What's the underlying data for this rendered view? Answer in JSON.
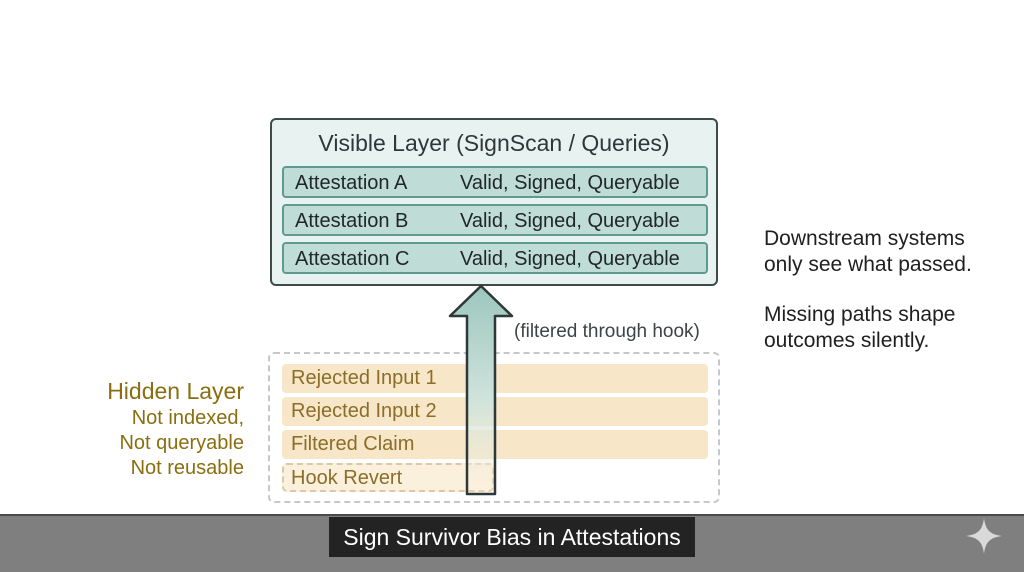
{
  "visible_layer": {
    "title": "Visible Layer (SignScan / Queries)",
    "attestations": [
      {
        "name": "Attestation A",
        "status": "Valid, Signed, Queryable"
      },
      {
        "name": "Attestation B",
        "status": "Valid, Signed, Queryable"
      },
      {
        "name": "Attestation C",
        "status": "Valid, Signed, Queryable"
      }
    ]
  },
  "arrow_label": "(filtered through hook)",
  "hidden_layer": {
    "title": "Hidden Layer",
    "notes": [
      "Not indexed,",
      "Not queryable",
      "Not reusable"
    ],
    "items": [
      "Rejected Input 1",
      "Rejected Input 2",
      "Filtered Claim",
      "Hook Revert"
    ]
  },
  "side_notes": {
    "first": [
      "Downstream systems",
      "only see what passed."
    ],
    "second": [
      "Missing paths shape",
      "outcomes silently."
    ]
  },
  "caption": "Sign Survivor Bias in Attestations",
  "colors": {
    "visible_fill": "#e8f2f1",
    "attestation_fill": "#bfdcd6",
    "hidden_fill": "#f7e6c7",
    "hidden_text": "#8a6e10"
  }
}
